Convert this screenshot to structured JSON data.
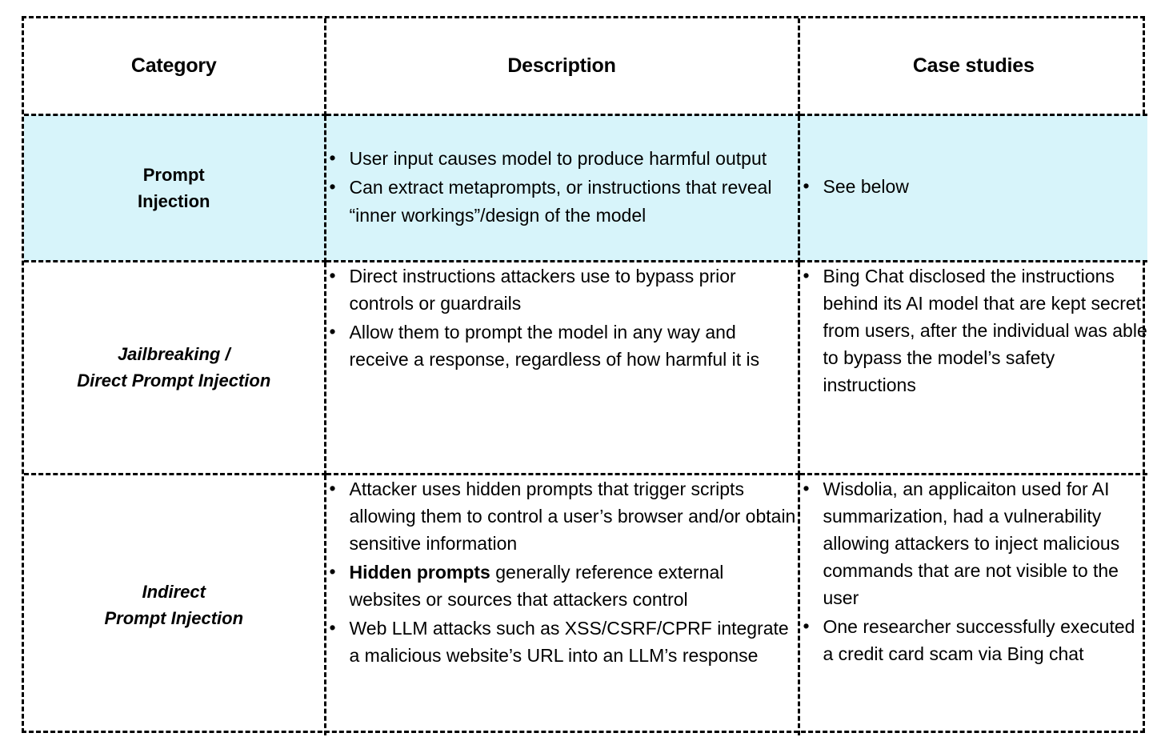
{
  "table": {
    "headers": {
      "category": "Category",
      "description": "Description",
      "cases": "Case studies"
    },
    "rows": [
      {
        "id": "prompt-injection",
        "highlight_color": "#d7f4fa",
        "category_line1": "Prompt",
        "category_line2": "Injection",
        "category_italic": false,
        "description_bullets": [
          "User input causes model to produce harmful output",
          "Can extract metaprompts, or instructions that reveal “inner workings”/design of the model"
        ],
        "case_bullets": [
          "See below"
        ]
      },
      {
        "id": "jailbreaking-direct-prompt-injection",
        "highlight_color": "#ffffff",
        "category_line1": "Jailbreaking /",
        "category_line2": "Direct Prompt Injection",
        "category_italic": true,
        "description_bullets": [
          "Direct instructions attackers use to bypass prior controls or guardrails",
          "Allow them to prompt the model in any way and receive a response, regardless of how harmful it is"
        ],
        "case_bullets": [
          "Bing Chat disclosed the instructions behind its AI model that are kept secret from users, after the individual was able to bypass the model’s safety instructions"
        ]
      },
      {
        "id": "indirect-prompt-injection",
        "highlight_color": "#ffffff",
        "category_line1": "Indirect",
        "category_line2": "Prompt Injection",
        "category_italic": true,
        "description_bullets": [
          "Attacker uses hidden prompts that trigger scripts allowing them to control a user’s browser and/or obtain sensitive information",
          "Hidden prompts generally reference external websites or sources that attackers control",
          "Web LLM attacks such as XSS/CSRF/CPRF integrate a malicious website’s URL into an LLM’s response"
        ],
        "description_bold_spans": {
          "1": "Hidden prompts"
        },
        "case_bullets": [
          "Wisdolia, an applicaiton used for AI summarization, had a vulnerability allowing attackers to inject malicious commands that are not visible to the user",
          "One researcher successfully executed a credit card scam via Bing chat"
        ]
      }
    ]
  }
}
